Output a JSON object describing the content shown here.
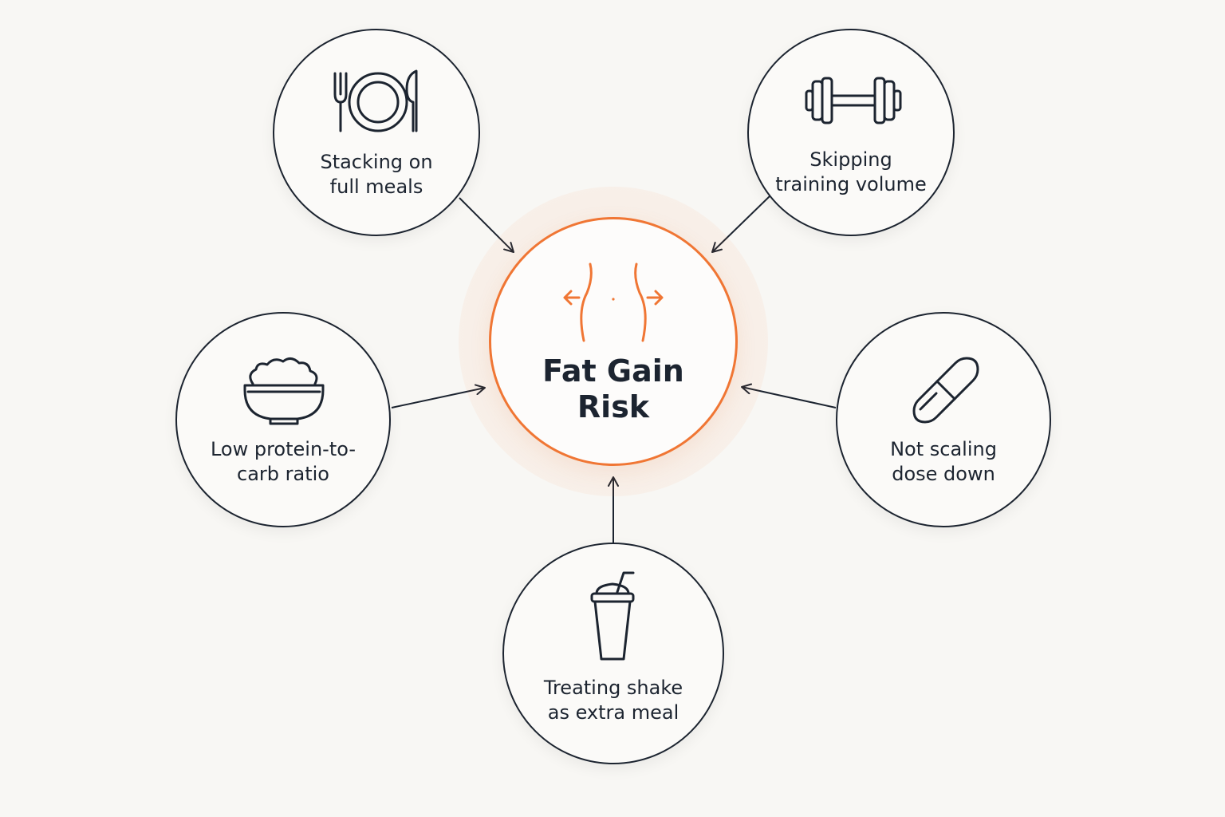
{
  "center": {
    "title": "Fat Gain\nRisk",
    "icon": "waist-expand-icon",
    "accent_color": "#f07634"
  },
  "factors": [
    {
      "id": "meals",
      "label": "Stacking on\nfull meals",
      "icon": "plate-cutlery-icon"
    },
    {
      "id": "training",
      "label": "Skipping\ntraining volume",
      "icon": "dumbbell-icon"
    },
    {
      "id": "ratio",
      "label": "Low protein-to-\ncarb ratio",
      "icon": "food-bowl-icon"
    },
    {
      "id": "dose",
      "label": "Not scaling\ndose down",
      "icon": "capsule-icon"
    },
    {
      "id": "shake",
      "label": "Treating shake\nas extra meal",
      "icon": "shake-cup-icon"
    }
  ],
  "colors": {
    "background": "#f8f7f4",
    "ink": "#1c2430",
    "accent": "#f07634"
  }
}
